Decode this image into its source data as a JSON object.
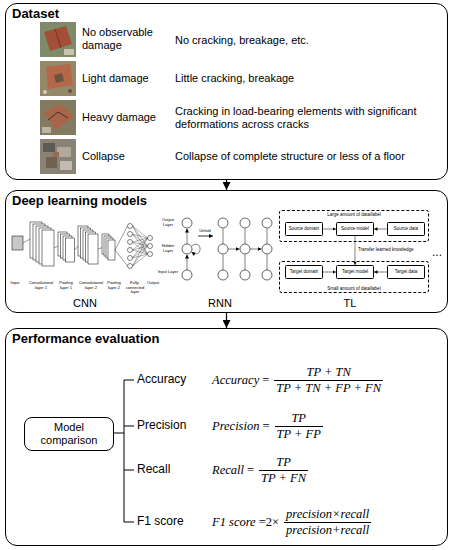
{
  "diagram": {
    "nodes": [
      {
        "text": [
          "Dataset"
        ]
      },
      {
        "text": [
          "Deep learning models"
        ]
      },
      {
        "text": [
          "Large amount of data/label"
        ],
        "in": 1
      },
      {
        "text": [
          "Source domain"
        ],
        "in": 2
      },
      {
        "text": [
          "Source model"
        ],
        "in": 2
      },
      {
        "text": [
          "Source data"
        ],
        "in": 2
      },
      {
        "text": [
          "Small amount of data/label"
        ],
        "in": 1
      },
      {
        "text": [
          "Target domain"
        ],
        "in": 6
      },
      {
        "text": [
          "Target model"
        ],
        "in": 6
      },
      {
        "text": [
          "Target data"
        ],
        "in": 6
      },
      {
        "text": [
          "Performance evaluation"
        ]
      },
      {
        "text": [
          "Model comparison"
        ],
        "in": 10
      }
    ],
    "edges": [
      {
        "from": 0,
        "to": 1,
        "arrow": "to"
      },
      {
        "from": 1,
        "to": 10,
        "arrow": "to"
      },
      {
        "from": 3,
        "to": 4,
        "arrow": "to"
      },
      {
        "from": 5,
        "to": 4,
        "arrow": "to"
      },
      {
        "from": 4,
        "to": 8,
        "label": "Transfer learned knowledge",
        "arrow": "to"
      },
      {
        "from": 7,
        "to": 8,
        "arrow": "to"
      },
      {
        "from": 9,
        "to": 8,
        "arrow": "to"
      }
    ],
    "labels": [
      "No observable damage",
      "No cracking, breakage, etc.",
      "Light damage",
      "Little cracking, breakage",
      "Heavy damage",
      "Cracking in load-bearing elements with significant deformations across cracks",
      "Collapse",
      "Collapse of complete structure or less of a floor",
      "Input",
      "Convolutional layer 1",
      "Pooling layer 1",
      "Convolutional layer 2",
      "Pooling layer 2",
      "Fully-connected layer",
      "Output",
      "Output Layer",
      "Hidden Layer",
      "Input Layer",
      "Unfold",
      "CNN",
      "RNN",
      "TL",
      "...",
      "Accuracy",
      "Accuracy",
      "=",
      "TP + TN",
      "TP + TN + FP + FN",
      "Precision",
      "Precision",
      "=",
      "TP",
      "TP + FP",
      "Recall",
      "Recall",
      "=",
      "TP",
      "TP + FN",
      "F1 score",
      "F1 score",
      "=2×",
      "precision×recall",
      "precision+recall"
    ]
  }
}
